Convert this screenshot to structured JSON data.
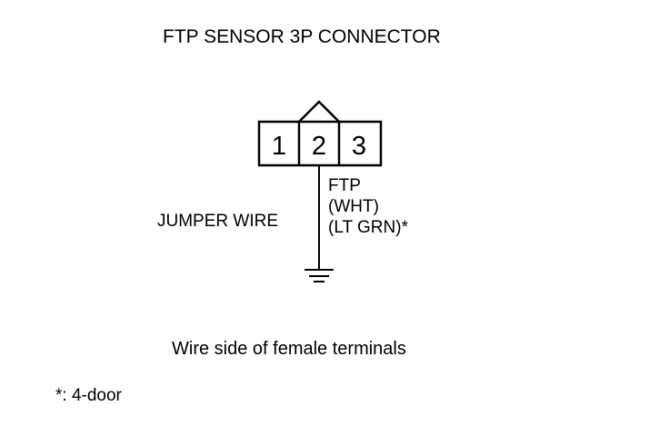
{
  "title": "FTP SENSOR 3P CONNECTOR",
  "connector": {
    "pins": [
      "1",
      "2",
      "3"
    ]
  },
  "labels": {
    "jumper_wire": "JUMPER WIRE",
    "ftp_signal": "FTP",
    "wire_color_1": "(WHT)",
    "wire_color_2": "(LT GRN)*"
  },
  "caption": "Wire side of female terminals",
  "footnote": "*: 4-door"
}
